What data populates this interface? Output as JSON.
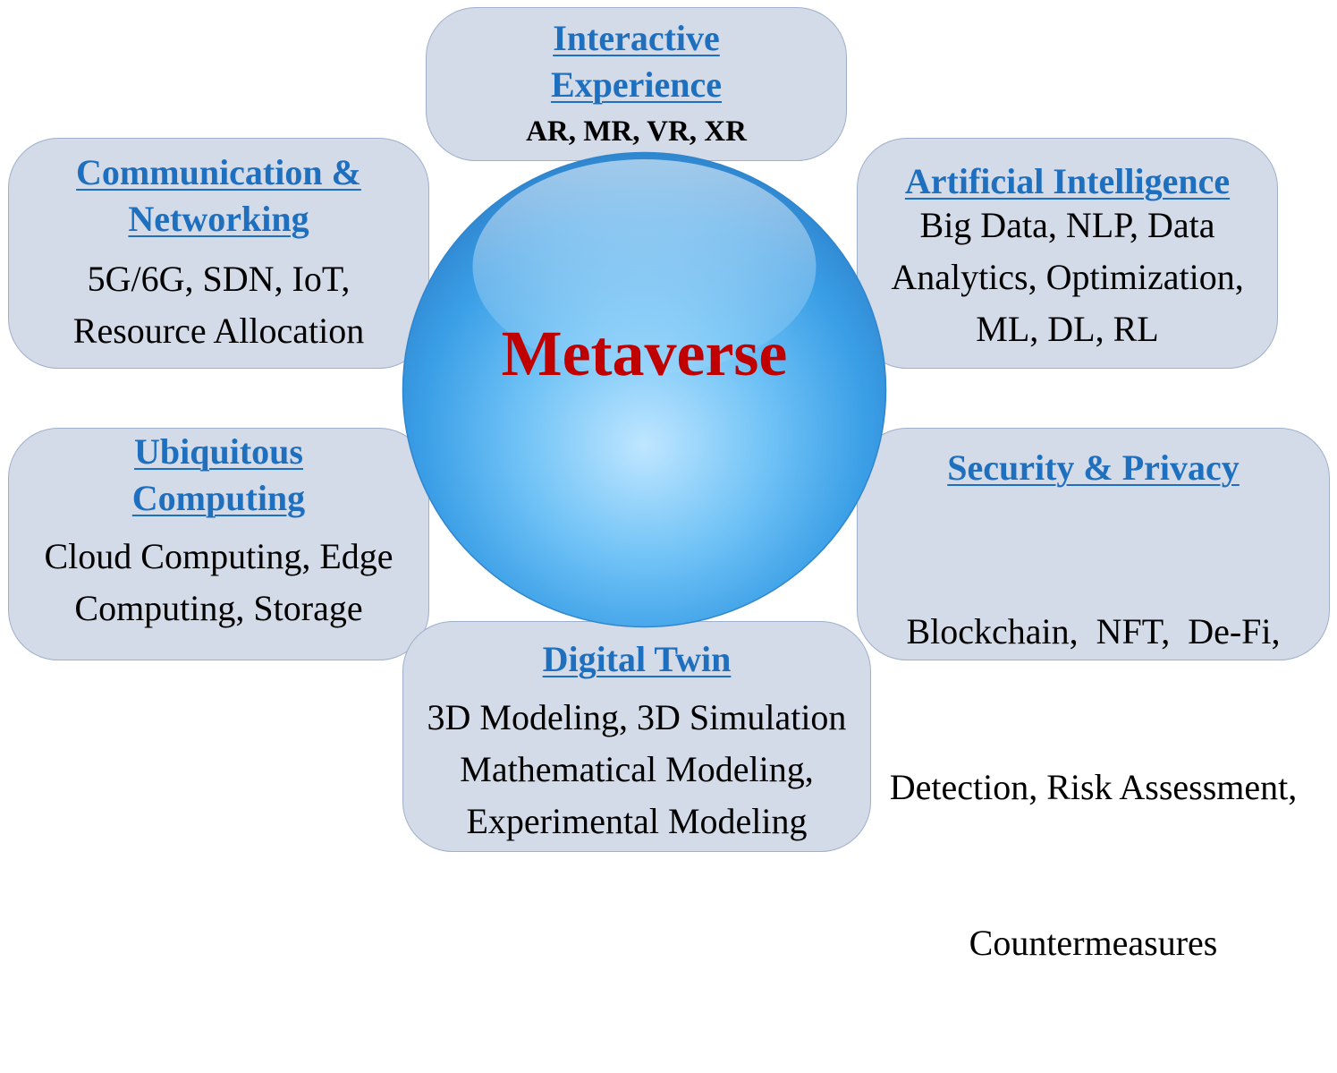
{
  "center": {
    "label": "Metaverse",
    "label_color": "#c00000",
    "sphere_color": "#3fa3ea"
  },
  "colors": {
    "box_fill": "#d3dae8",
    "box_border": "#9fb0cc",
    "title": "#1f6fbf"
  },
  "boxes": {
    "interactive_experience": {
      "title_lines": [
        "Interactive",
        "Experience"
      ],
      "items_lines": [
        "AR, MR, VR, XR"
      ]
    },
    "communication_networking": {
      "title_lines": [
        "Communication &",
        "Networking"
      ],
      "items_lines": [
        "5G/6G, SDN, IoT,",
        "Resource Allocation"
      ]
    },
    "artificial_intelligence": {
      "title_lines": [
        "Artificial Intelligence"
      ],
      "items_lines": [
        "Big Data, NLP, Data",
        "Analytics, Optimization,",
        "ML, DL, RL"
      ]
    },
    "ubiquitous_computing": {
      "title_lines": [
        "Ubiquitous",
        "Computing"
      ],
      "items_lines": [
        "Cloud Computing, Edge",
        "Computing, Storage"
      ]
    },
    "security_privacy": {
      "title_lines": [
        "Security & Privacy"
      ],
      "items_lines": [
        "Blockchain,  NFT,  De-Fi,",
        "Detection, Risk Assessment,",
        "Countermeasures"
      ]
    },
    "digital_twin": {
      "title_lines": [
        "Digital Twin"
      ],
      "items_lines": [
        "3D Modeling, 3D Simulation",
        "Mathematical Modeling,",
        "Experimental Modeling"
      ]
    }
  }
}
